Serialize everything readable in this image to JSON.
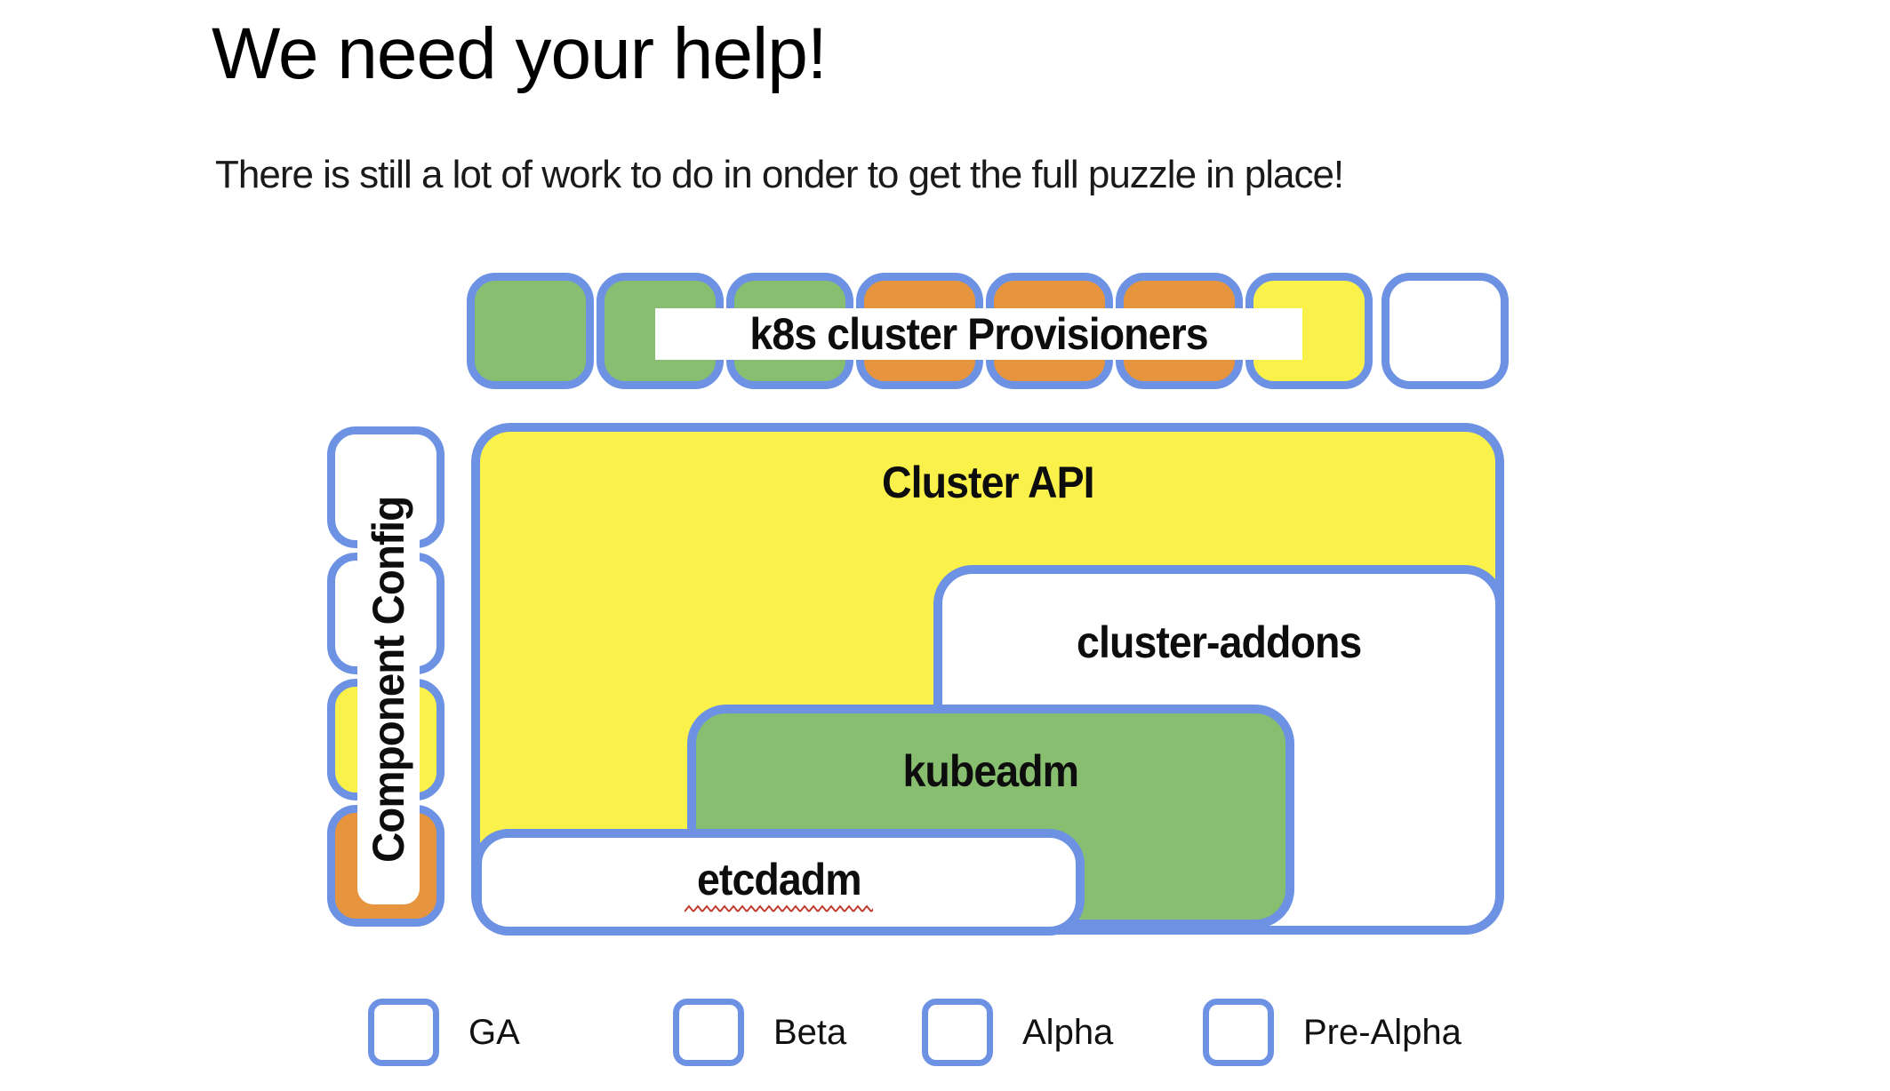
{
  "title": "We need your help!",
  "subtitle": "There is still a lot of work to do in onder to get the full puzzle in place!",
  "colors": {
    "ga": "#87BE6F",
    "beta": "#E6953E",
    "alpha": "#FAF24B",
    "prealpha": "#FFFFFF",
    "border": "#6D92E4",
    "squiggle": "#C0392B"
  },
  "provisioners": {
    "label": "k8s cluster Provisioners",
    "pieces": [
      "ga",
      "ga",
      "ga",
      "beta",
      "beta",
      "beta",
      "alpha",
      "prealpha"
    ]
  },
  "component_config": {
    "label": "Component Config",
    "pieces": [
      "prealpha",
      "prealpha",
      "alpha",
      "beta"
    ]
  },
  "boxes": {
    "cluster_api": {
      "label": "Cluster API",
      "status": "alpha"
    },
    "cluster_addons": {
      "label": "cluster-addons",
      "status": "prealpha"
    },
    "kubeadm": {
      "label": "kubeadm",
      "status": "ga"
    },
    "etcdadm": {
      "label": "etcdadm",
      "status": "prealpha",
      "spellcheck_underline": true
    }
  },
  "legend": [
    {
      "status": "ga",
      "label": "GA"
    },
    {
      "status": "beta",
      "label": "Beta"
    },
    {
      "status": "alpha",
      "label": "Alpha"
    },
    {
      "status": "prealpha",
      "label": "Pre-Alpha"
    }
  ]
}
